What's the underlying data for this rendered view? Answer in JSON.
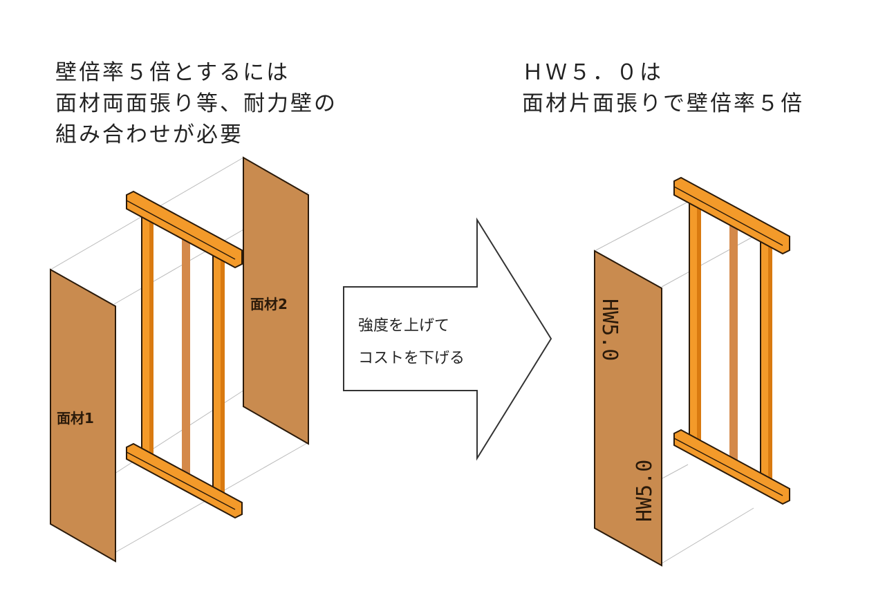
{
  "left_heading": {
    "lines": [
      "壁倍率５倍とするには",
      "面材両面張り等、耐力壁の",
      "組み合わせが必要"
    ]
  },
  "right_heading": {
    "lines": [
      "ＨＷ５．０は",
      "面材片面張りで壁倍率５倍"
    ]
  },
  "left_diagram": {
    "panel1_label": "面材1",
    "panel2_label": "面材2"
  },
  "arrow": {
    "lines": [
      "強度を上げて",
      "コストを下げる"
    ]
  },
  "right_diagram": {
    "panel_marking": "HW5.0"
  },
  "colors": {
    "panel": "#c98b4f",
    "frame": "#f39a2a",
    "frame_dark": "#d97a10",
    "outline": "#2a1a0a"
  }
}
